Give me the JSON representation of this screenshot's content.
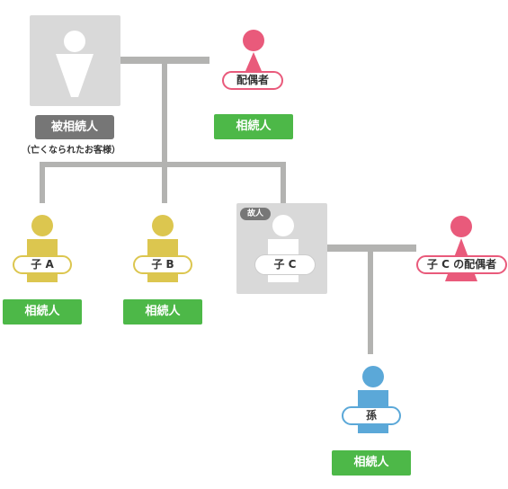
{
  "colors": {
    "line": "#b3b3b1",
    "heir_green": "#4db848",
    "spouse_pink": "#e95a7b",
    "child_yellow": "#dcc64f",
    "grandchild_blue": "#5ba8d8",
    "deceased_gray": "#d9d9d9",
    "badge_gray": "#767676"
  },
  "decedent": {
    "icon": "person-white-icon",
    "title": "被相続人",
    "note": "（亡くなられたお客様）"
  },
  "spouse": {
    "icon": "female-person-icon",
    "label": "配偶者",
    "heir_badge": "相続人"
  },
  "children": [
    {
      "label": "子 A",
      "icon": "person-icon",
      "heir_badge": "相続人"
    },
    {
      "label": "子 B",
      "icon": "person-icon",
      "heir_badge": "相続人"
    },
    {
      "label": "子 C",
      "icon": "person-white-icon",
      "deceased_tag": "故人"
    }
  ],
  "child_c_spouse": {
    "icon": "female-person-icon",
    "label": "子 C の配偶者"
  },
  "grandchild": {
    "icon": "person-icon",
    "label": "孫",
    "heir_badge": "相続人"
  }
}
